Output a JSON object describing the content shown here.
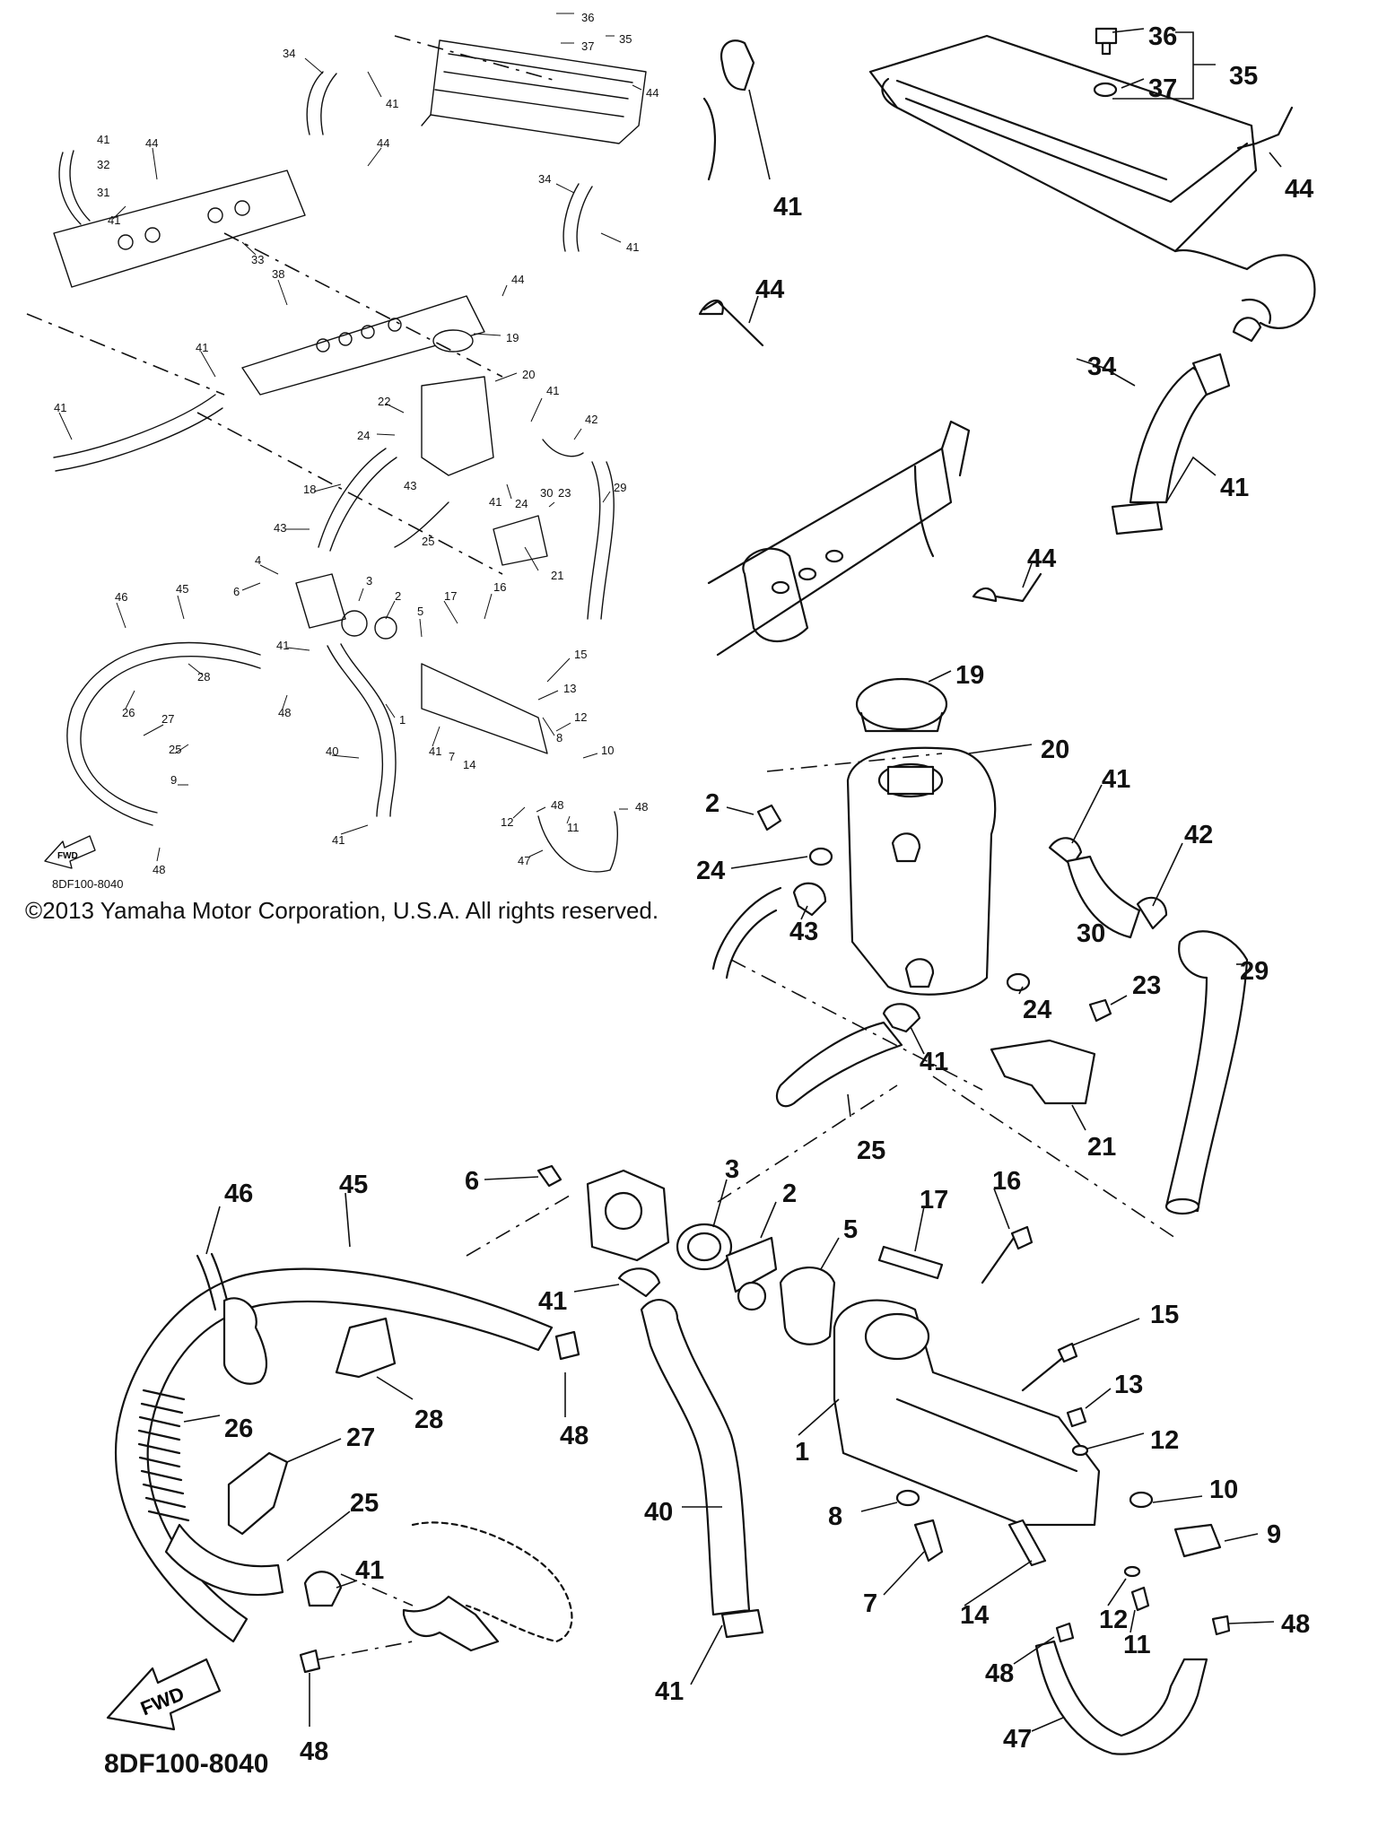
{
  "copyright": "©2013 Yamaha Motor Corporation, U.S.A. All rights reserved.",
  "diagram_code": "8DF100-8040",
  "fwd_label": "FWD",
  "small_callouts": [
    "36",
    "35",
    "37",
    "44",
    "34",
    "41",
    "41",
    "32",
    "31",
    "41",
    "44",
    "44",
    "33",
    "34",
    "41",
    "44",
    "38",
    "41",
    "19",
    "20",
    "41",
    "41",
    "22",
    "24",
    "42",
    "18",
    "43",
    "30",
    "29",
    "24",
    "23",
    "43",
    "41",
    "25",
    "21",
    "4",
    "6",
    "3",
    "2",
    "17",
    "16",
    "46",
    "45",
    "5",
    "41",
    "15",
    "28",
    "48",
    "13",
    "26",
    "27",
    "1",
    "12",
    "25",
    "40",
    "8",
    "10",
    "9",
    "41",
    "7",
    "14",
    "12",
    "48",
    "11",
    "48",
    "41",
    "47",
    "48"
  ],
  "large_callouts": [
    "36",
    "35",
    "37",
    "44",
    "41",
    "44",
    "34",
    "41",
    "44",
    "19",
    "20",
    "2",
    "41",
    "42",
    "24",
    "43",
    "24",
    "30",
    "29",
    "23",
    "41",
    "21",
    "25",
    "6",
    "3",
    "2",
    "5",
    "17",
    "16",
    "46",
    "45",
    "41",
    "15",
    "28",
    "48",
    "13",
    "12",
    "26",
    "27",
    "1",
    "25",
    "40",
    "10",
    "8",
    "9",
    "41",
    "7",
    "14",
    "12",
    "11",
    "48",
    "48",
    "48",
    "41",
    "47"
  ]
}
